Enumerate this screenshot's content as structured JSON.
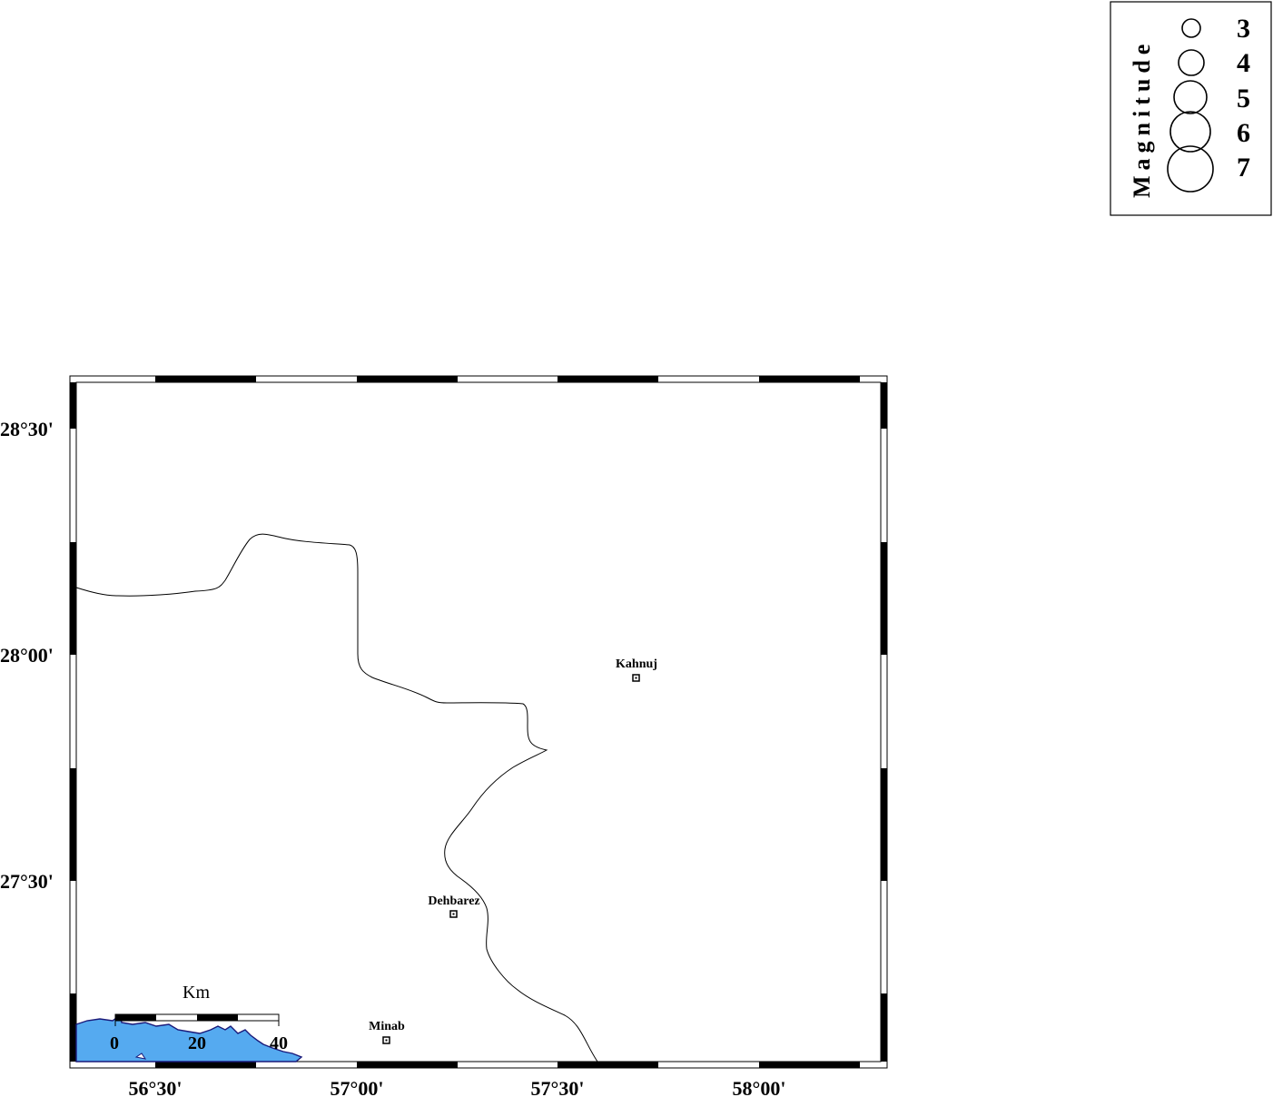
{
  "map": {
    "lon_labels": [
      "56°30'",
      "57°00'",
      "57°30'",
      "58°00'"
    ],
    "lat_labels": [
      "28°30'",
      "28°00'",
      "27°30'"
    ],
    "colors": {
      "sea": "#55aaf0",
      "coast": "#1a1a7a",
      "line": "#000000",
      "background": "#ffffff"
    }
  },
  "cities": [
    {
      "name": "Kahnuj"
    },
    {
      "name": "Dehbarez"
    },
    {
      "name": "Minab"
    }
  ],
  "scale_bar": {
    "title": "Km",
    "labels": [
      "0",
      "20",
      "40"
    ]
  },
  "legend": {
    "title": "Magnitude",
    "entries": [
      {
        "label": "3",
        "magnitude": 3
      },
      {
        "label": "4",
        "magnitude": 4
      },
      {
        "label": "5",
        "magnitude": 5
      },
      {
        "label": "6",
        "magnitude": 6
      },
      {
        "label": "7",
        "magnitude": 7
      }
    ]
  }
}
